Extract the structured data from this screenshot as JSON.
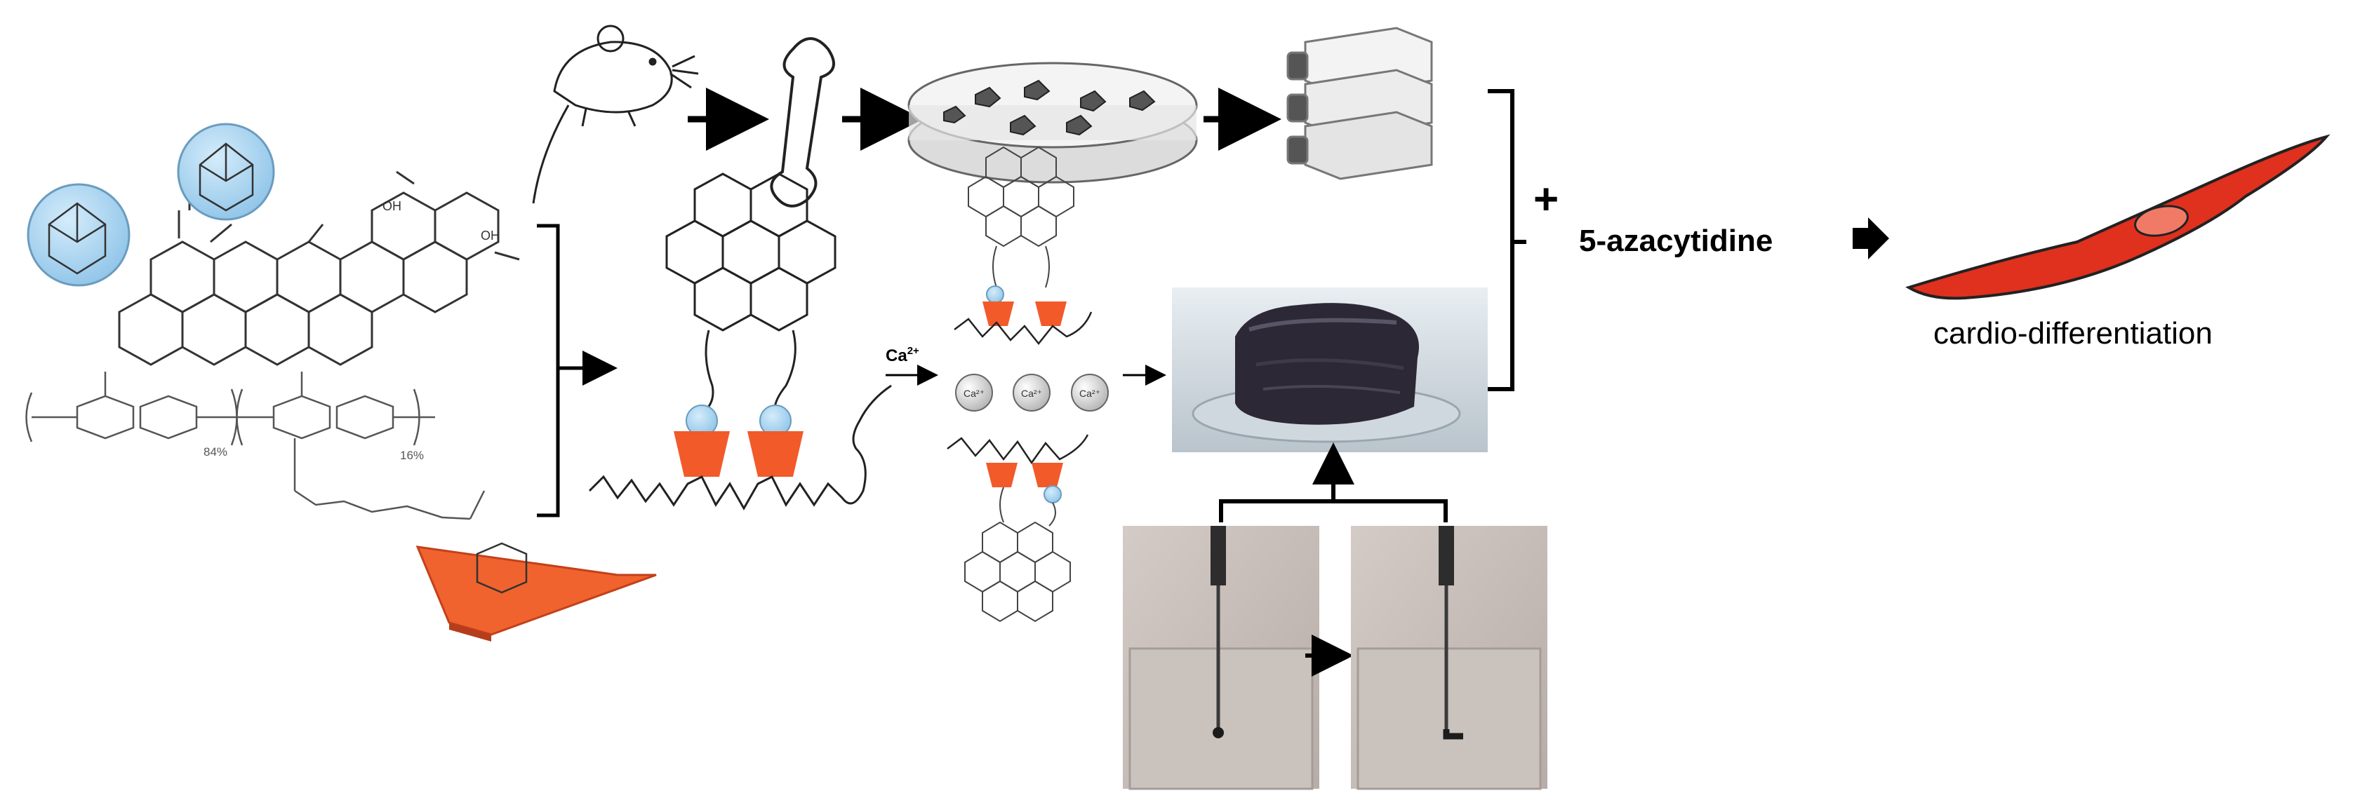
{
  "labels": {
    "plus": "+",
    "drug": "5-azacytidine",
    "outcome": "cardio-differentiation",
    "ion_small": "Ca",
    "ion_small_sup": "2+",
    "ion_bead": "Ca²⁺"
  },
  "chem_labels": {
    "oh_1": "OH",
    "oh_2": "OH",
    "percent_84": "84%",
    "percent_16": "16%"
  },
  "colors": {
    "cyclodextrin_red": "#f25a2a",
    "adamantane_blue": "#a9d4ef",
    "cell_red": "#e0301e",
    "line_black": "#000000"
  },
  "icons": {
    "animal": "mouse-icon",
    "bone": "bone-icon",
    "culture": "petri-dish-icon",
    "flasks": "culture-flasks-icon",
    "cell": "cardiomyocyte-icon"
  }
}
